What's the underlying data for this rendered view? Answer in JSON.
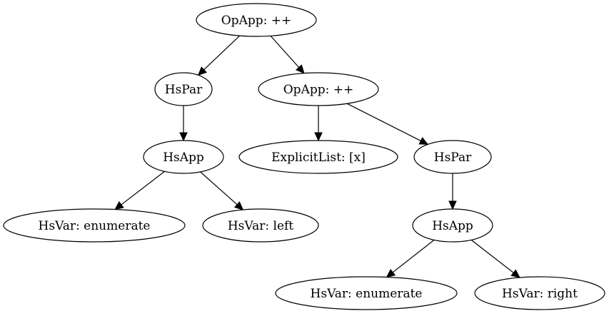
{
  "diagram": {
    "nodes": [
      {
        "id": "n1",
        "label": "OpApp: ++"
      },
      {
        "id": "n2",
        "label": "HsPar"
      },
      {
        "id": "n3",
        "label": "OpApp: ++"
      },
      {
        "id": "n4",
        "label": "HsApp"
      },
      {
        "id": "n5",
        "label": "ExplicitList: [x]"
      },
      {
        "id": "n6",
        "label": "HsPar"
      },
      {
        "id": "n7",
        "label": "HsVar: enumerate"
      },
      {
        "id": "n8",
        "label": "HsVar: left"
      },
      {
        "id": "n9",
        "label": "HsApp"
      },
      {
        "id": "n10",
        "label": "HsVar: enumerate"
      },
      {
        "id": "n11",
        "label": "HsVar: right"
      }
    ],
    "edges": [
      {
        "from": "n1",
        "to": "n2"
      },
      {
        "from": "n1",
        "to": "n3"
      },
      {
        "from": "n2",
        "to": "n4"
      },
      {
        "from": "n3",
        "to": "n5"
      },
      {
        "from": "n3",
        "to": "n6"
      },
      {
        "from": "n4",
        "to": "n7"
      },
      {
        "from": "n4",
        "to": "n8"
      },
      {
        "from": "n6",
        "to": "n9"
      },
      {
        "from": "n9",
        "to": "n10"
      },
      {
        "from": "n9",
        "to": "n11"
      }
    ]
  }
}
